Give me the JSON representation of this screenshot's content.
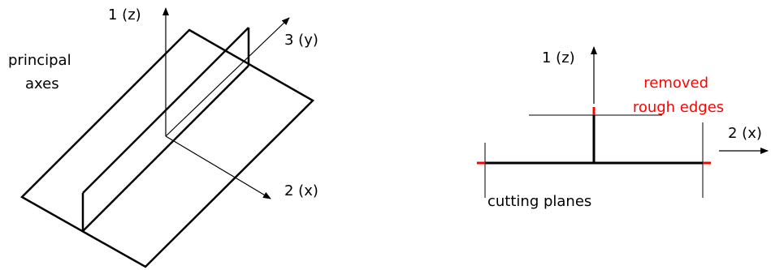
{
  "left_diagram": {
    "principal_axes_label": [
      "principal",
      "axes"
    ],
    "axis_z_label": "1 (z)",
    "axis_y_label": "3 (y)",
    "axis_x_label": "2 (x)"
  },
  "right_diagram": {
    "axis_z_label": "1 (z)",
    "axis_x_label": "2 (x)",
    "removed_label": [
      "removed",
      "rough edges"
    ],
    "cutting_planes_label": "cutting planes"
  },
  "colors": {
    "line": "#000000",
    "highlight": "#ff0000"
  }
}
